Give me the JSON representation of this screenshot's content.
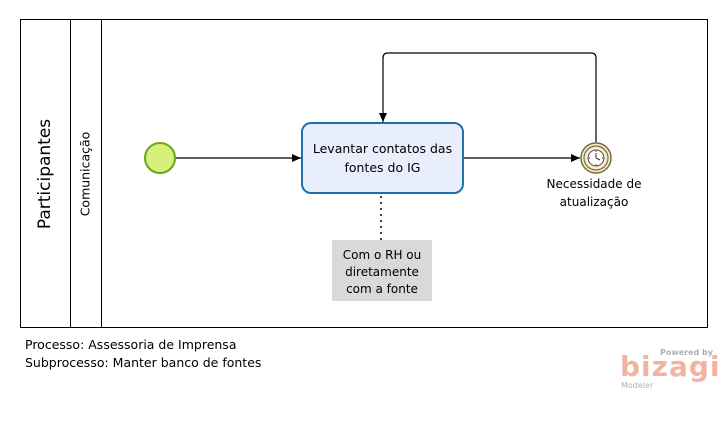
{
  "pool": {
    "label": "Participantes",
    "lane_label": "Comunicação"
  },
  "events": {
    "start": {
      "type": "start"
    },
    "timer": {
      "type": "intermediate-timer",
      "label_line1": "Necessidade de",
      "label_line2": "atualização"
    }
  },
  "task": {
    "label_line1": "Levantar contatos das",
    "label_line2": "fontes do IG"
  },
  "annotation": {
    "line1": "Com o RH ou",
    "line2": "diretamente",
    "line3": "com a fonte"
  },
  "footer": {
    "process": "Processo: Assessoria de Imprensa",
    "subprocess": "Subprocesso: Manter banco de fontes"
  },
  "branding": {
    "powered_by": "Powered by",
    "logo": "bizagi",
    "product": "Modeler"
  },
  "colors": {
    "start_fill": "#d6f07a",
    "start_stroke": "#6aa41e",
    "task_fill": "#e8eefb",
    "task_stroke": "#1f6fa8",
    "annotation_fill": "#d9d9d9",
    "timer_stroke": "#7a6a3a",
    "brand": "#f0b4a0"
  }
}
